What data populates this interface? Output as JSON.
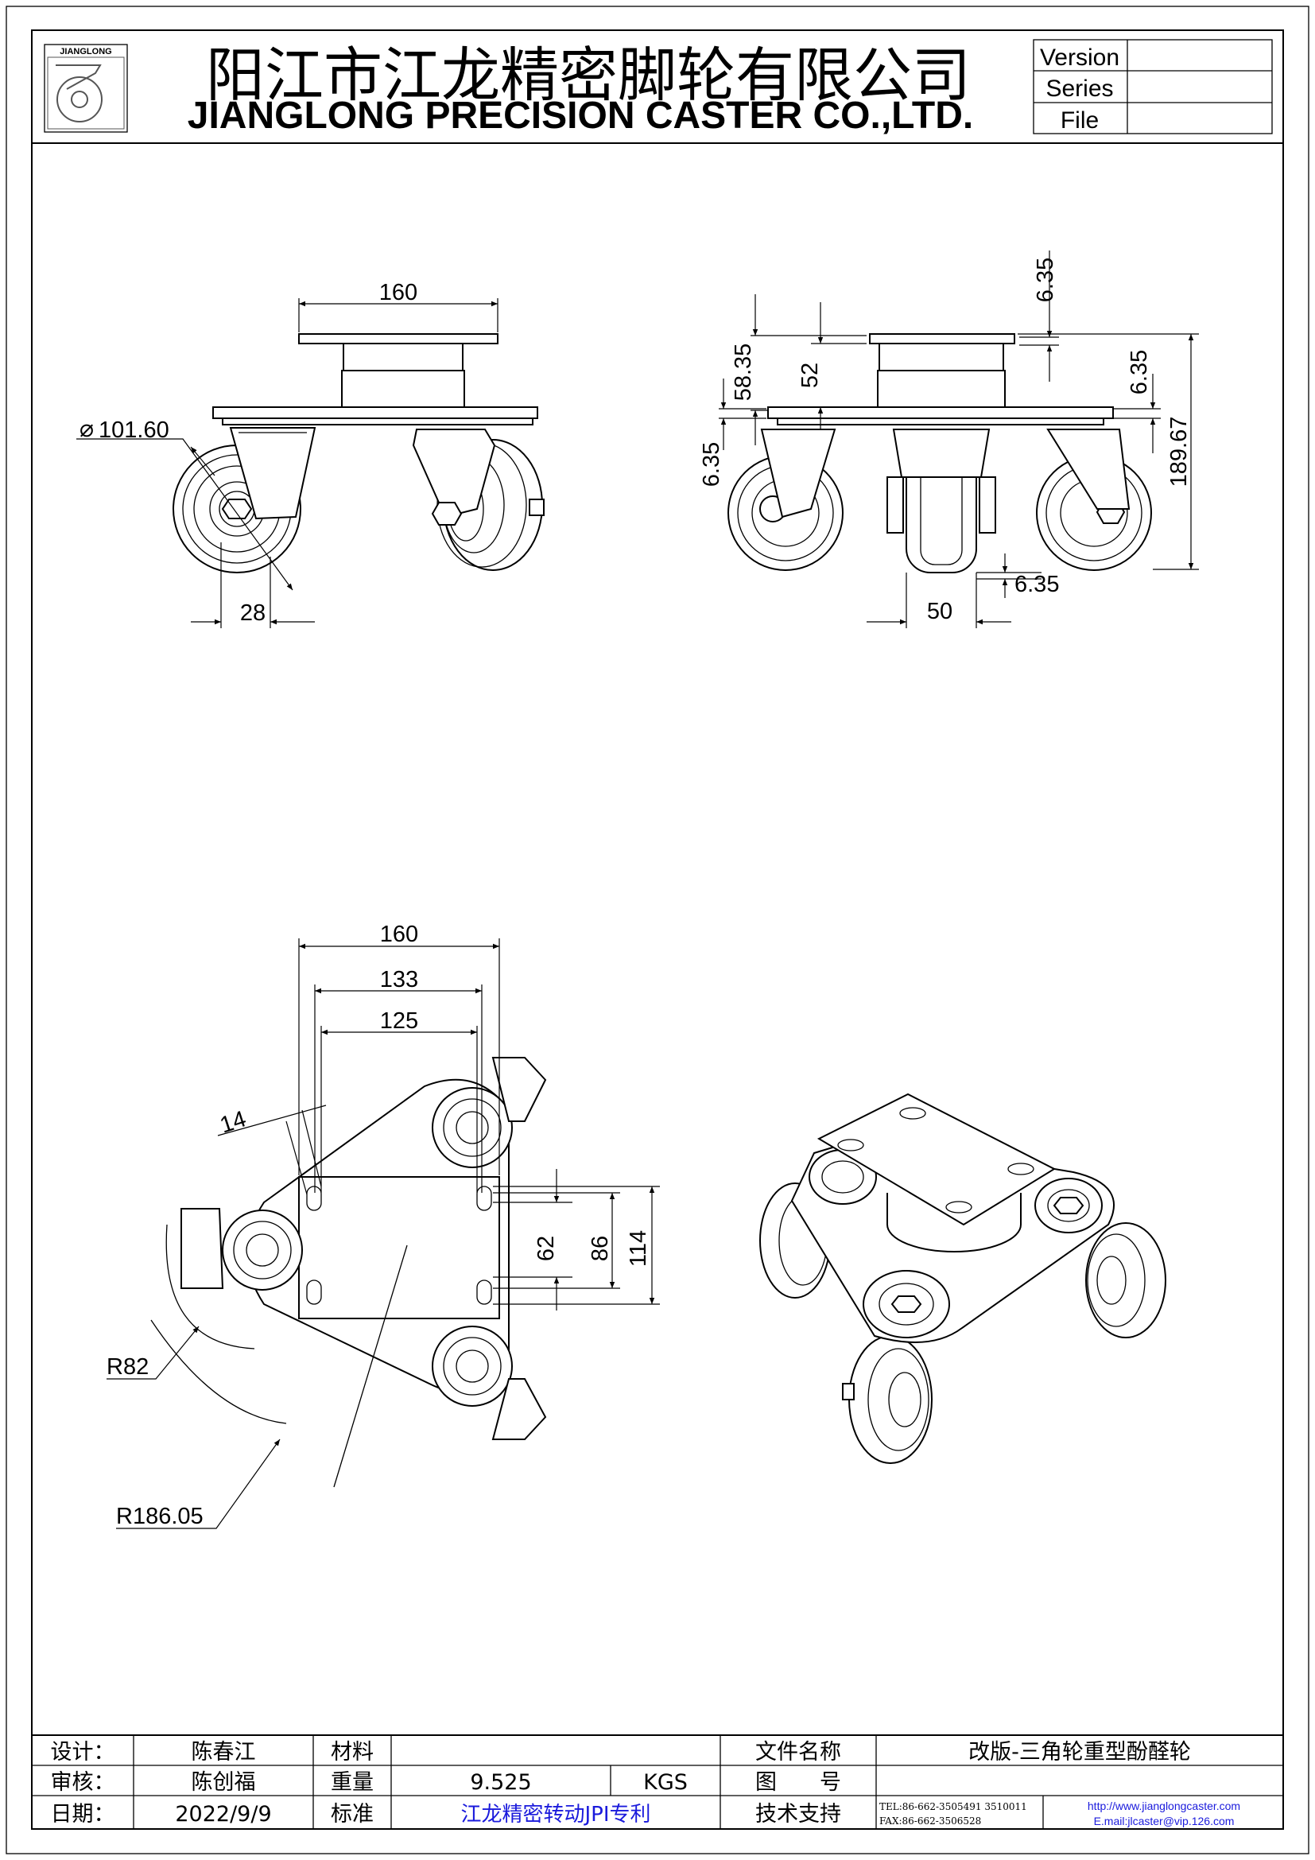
{
  "header": {
    "logo_text": "JIANGLONG",
    "company_cn": "阳江市江龙精密脚轮有限公司",
    "company_en": "JIANGLONG PRECISION CASTER CO.,LTD.",
    "meta_labels": [
      "Version",
      "Series",
      "File"
    ]
  },
  "dimensions": {
    "front_top_width": "160",
    "wheel_diameter": "101.60",
    "offset_28": "28",
    "side_6_35_top": "6.35",
    "side_58_35": "58.35",
    "side_52": "52",
    "side_6_35_right": "6.35",
    "side_6_35_left": "6.35",
    "side_189_67": "189.67",
    "side_6_35_bottom": "6.35",
    "side_50": "50",
    "plan_160": "160",
    "plan_133": "133",
    "plan_125": "125",
    "plan_14": "14",
    "plan_62": "62",
    "plan_86": "86",
    "plan_114": "114",
    "plan_r82": "R82",
    "plan_r186": "R186.05"
  },
  "title_block": {
    "design_label": "设计：",
    "design_value": "陈春江",
    "review_label": "审核：",
    "review_value": "陈创福",
    "date_label": "日期：",
    "date_value": "2022/9/9",
    "material_label": "材料",
    "material_value": "",
    "weight_label": "重量",
    "weight_value": "9.525",
    "weight_unit": "KGS",
    "standard_label": "标准",
    "standard_value": "江龙精密转动JPI专利",
    "filename_label": "文件名称",
    "filename_value": "改版-三角轮重型酚醛轮",
    "drawing_no_label": "图　　号",
    "drawing_no_value": "",
    "support_label": "技术支持",
    "tel": "TEL:86-662-3505491 3510011",
    "fax": "FAX:86-662-3506528",
    "website": "http://www.jianglongcaster.com",
    "email": "E.mail:jlcaster@vip.126.com"
  },
  "colors": {
    "link_blue": "#1a1adc",
    "line": "#000000"
  }
}
